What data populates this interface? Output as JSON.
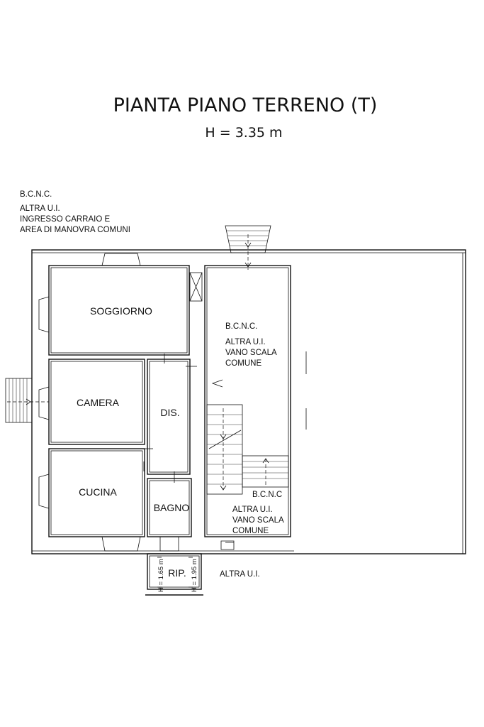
{
  "plan": {
    "title": "PIANTA PIANO TERRENO (T)",
    "height": "H = 3.35 m"
  },
  "notes": {
    "bcnc_top": "B.C.N.C.",
    "top_line1": "ALTRA U.I.",
    "top_line2": "INGRESSO CARRAIO E",
    "top_line3": "AREA DI MANOVRA COMUNI"
  },
  "rooms": {
    "soggiorno": "SOGGIORNO",
    "camera": "CAMERA",
    "cucina": "CUCINA",
    "dis": "DIS.",
    "bagno": "BAGNO",
    "rip": "RIP.",
    "rip_h1": "H = 1.65 m",
    "rip_h2": "H = 1.95 m",
    "altra_ui_bottom": "ALTRA U.I."
  },
  "stair_upper": {
    "line1": "B.C.N.C.",
    "line2": "ALTRA U.I.",
    "line3": "VANO SCALA",
    "line4": "COMUNE"
  },
  "stair_lower": {
    "line1": "B.C.N.C",
    "line2": "ALTRA U.I.",
    "line3": "VANO SCALA",
    "line4": "COMUNE"
  }
}
